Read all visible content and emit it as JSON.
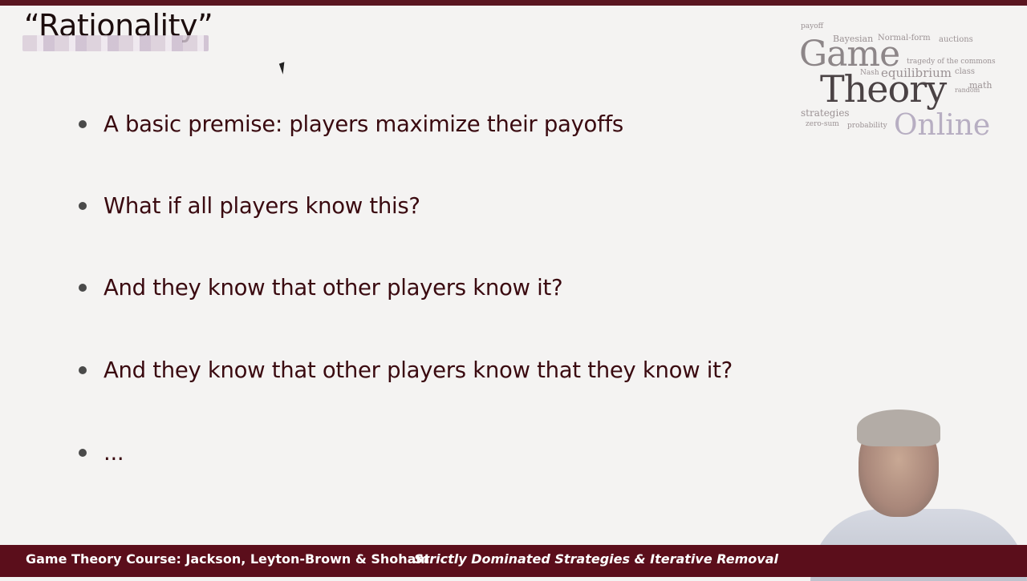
{
  "slide": {
    "title": "“Rationality”",
    "bullets": [
      "A basic premise: players maximize their payoffs",
      "What if all players know this?",
      "And they know that other players know it?",
      "And they know that other players know that they know it?",
      "..."
    ]
  },
  "logo": {
    "word1": "Game",
    "word2": "Theory",
    "word3": "Online",
    "cloud_words": [
      "payoff",
      "Bayesian",
      "Normal-form",
      "auctions",
      "tragedy of the commons",
      "Nash",
      "equilibrium",
      "class",
      "strategies",
      "zero-sum",
      "probability",
      "math",
      "random"
    ]
  },
  "footer": {
    "left": "Game Theory Course: Jackson, Leyton-Brown & Shoham",
    "right": "Strictly Dominated Strategies & Iterative Removal"
  },
  "colors": {
    "header_bar": "#5a1620",
    "footer_bar": "#5b0e1b",
    "bullet_text": "#3a0a10",
    "background": "#f4f3f2"
  }
}
